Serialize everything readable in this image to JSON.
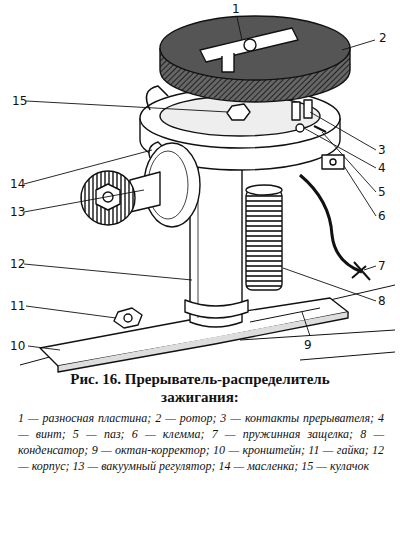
{
  "diagram": {
    "caption": "Рис. 16. Прерыватель-распределитель зажигания:",
    "labels": [
      "1",
      "2",
      "3",
      "4",
      "5",
      "6",
      "7",
      "8",
      "9",
      "10",
      "11",
      "12",
      "13",
      "14",
      "15",
      "1 — разносная пластина;",
      "2 — ротор;",
      "3 — контакты прерывателя;",
      "4 — винт;",
      "5 — паз;",
      "6 — клемма;",
      "7 — пружинная защелка;",
      "8 — конденсатор;",
      "9 — октан-корректор;",
      "10 — кронштейн;",
      "11 — гайка;",
      "12 — корпус;",
      "13 — вакуумный регулятор;",
      "14 — масленка;",
      "15 — кулачок"
    ]
  }
}
